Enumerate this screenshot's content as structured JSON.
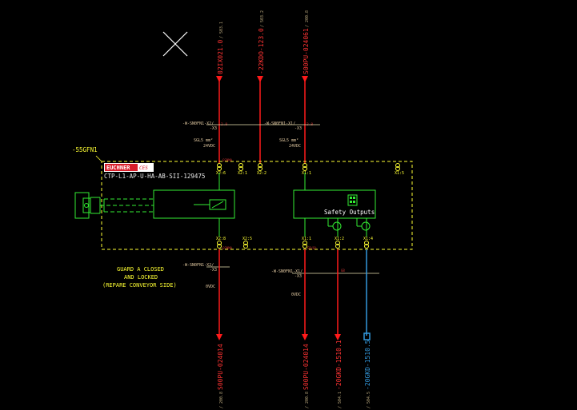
{
  "colors": {
    "background": "#000000",
    "wire_red": "#ff1a1a",
    "device_green": "#33ee33",
    "frame_yellow": "#ffff33",
    "text_yellow": "#ffff33",
    "label_dim": "#e0c8a0",
    "cross_ref_dim": "#b5a47a",
    "blue_wire": "#3399dd",
    "brand_red": "#d81e2a"
  },
  "device": {
    "tag": "-55GFN1",
    "brand": "EUCHNER",
    "brand_suffix": "CES",
    "model": "CTP-L1-AP-U-HA-AB-SII-129475",
    "safety_outputs_label": "Safety Outputs"
  },
  "top_wires": [
    {
      "label": "02IX021.0",
      "ref": "/ 503.1"
    },
    {
      "label": "-22KDO-123.0",
      "ref": "/ 503.2"
    },
    {
      "label": "S00PU-024061",
      "ref": "/ 200.8"
    }
  ],
  "bottom_wires": [
    {
      "label": "S00PU-024014",
      "ref": "/ 200.8"
    },
    {
      "label": "S00PU-024014",
      "ref": "/ 200.8"
    },
    {
      "label": "-20GKD-1510.1",
      "ref": "/ 504.1"
    },
    {
      "label": "-20GKD-1510.5",
      "ref": "/ 504.5"
    }
  ],
  "terminals_top": [
    "X2:6",
    "X2:1",
    "X2:2",
    "X1:1",
    "X1:5"
  ],
  "terminals_bottom": [
    "X2:8",
    "X2:5",
    "X1:1",
    "X1:2",
    "X1:4"
  ],
  "cable_upper_left": "-W-SN0FN1-X2/\n-X3",
  "cable_upper_right": "-W-SN0FN1-X1/\n-X3",
  "cable_lower_left": "-W-SN0FN1-X2/\n-X3",
  "cable_lower_right": "-W-SN0FN1-X1/\n-X3",
  "wire_spec_left": "SGL5 mm²\n24VDC",
  "wire_spec_right": "SGL5 mm²\n24VDC",
  "voltage_lower_left": "0VDC",
  "voltage_lower_right": "0VDC",
  "small_labels": {
    "top_left_pin": "2.8",
    "top_mid_pin": "1",
    "top_right_pin": "2.8",
    "top_left_code": "GSNMA",
    "bottom_left_code": "GSNMA",
    "bottom_right_code": "GB(B)",
    "right_wire_code": "GB"
  },
  "description": [
    "GUARD A CLOSED",
    "AND LOCKED",
    "(REPARE CONVEYOR SIDE)"
  ]
}
